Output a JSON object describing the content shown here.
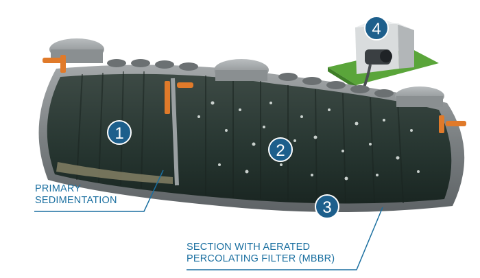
{
  "markers": [
    {
      "id": "primary-sedimentation",
      "label": "1"
    },
    {
      "id": "aerated-section",
      "label": "2"
    },
    {
      "id": "mbbr-filter",
      "label": "3"
    },
    {
      "id": "control-unit",
      "label": "4"
    }
  ],
  "callouts": {
    "primary_sedimentation": {
      "line1": "PRIMARY",
      "line2": "SEDIMENTATION"
    },
    "aerated_filter": {
      "line1": "SECTION WITH AERATED",
      "line2": "PERCOLATING FILTER (MBBR)"
    }
  },
  "colors": {
    "accent": "#1a6fa0",
    "marker_fill": "#1d5f8c",
    "tank_shell": "#8c9092",
    "tank_dark": "#2a3a34",
    "pipe": "#e07a2a",
    "grass": "#5aa53a"
  }
}
